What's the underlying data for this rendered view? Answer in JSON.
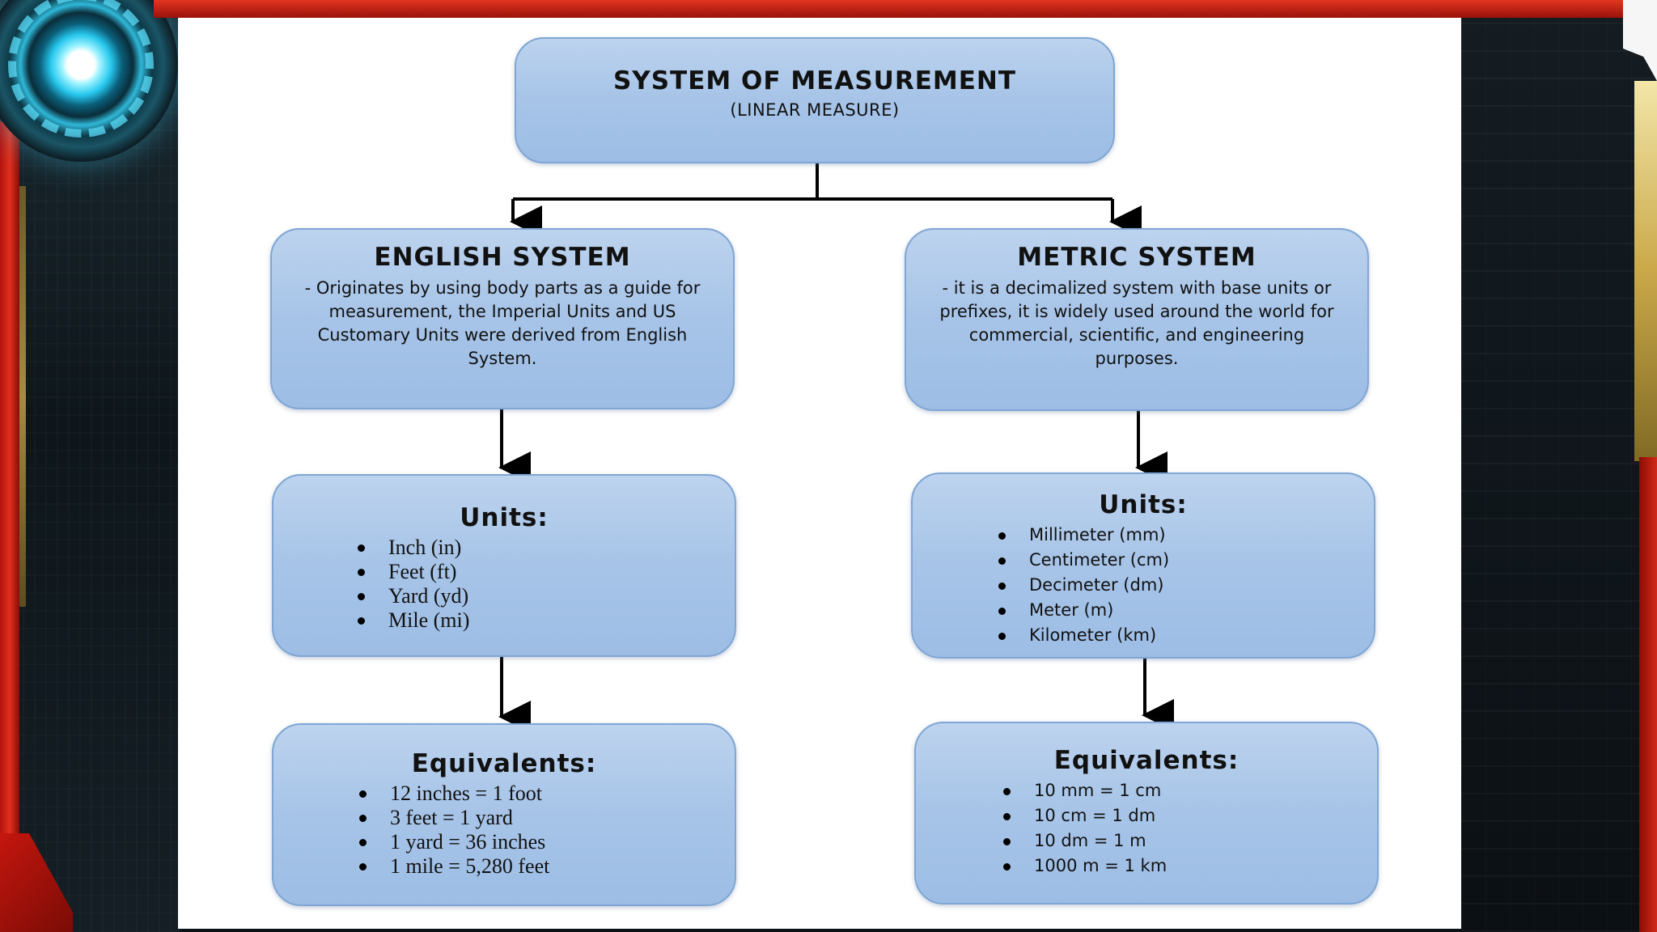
{
  "diagram": {
    "root": {
      "title": "SYSTEM OF MEASUREMENT",
      "subtitle": "(LINEAR MEASURE)"
    },
    "english": {
      "title": "ENGLISH SYSTEM",
      "description": "- Originates by using body parts as a guide for measurement, the Imperial Units and US Customary Units were derived from English System.",
      "units_title": "Units:",
      "units": [
        "Inch (in)",
        "Feet (ft)",
        "Yard (yd)",
        "Mile (mi)"
      ],
      "equivalents_title": "Equivalents:",
      "equivalents": [
        "12 inches = 1 foot",
        "3 feet = 1 yard",
        "1 yard = 36 inches",
        "1 mile = 5,280 feet"
      ]
    },
    "metric": {
      "title": "METRIC SYSTEM",
      "description": "- it is a decimalized system with base units or prefixes, it is widely used around the world for commercial, scientific, and engineering purposes.",
      "units_title": "Units:",
      "units": [
        "Millimeter (mm)",
        "Centimeter (cm)",
        "Decimeter (dm)",
        "Meter (m)",
        "Kilometer (km)"
      ],
      "equivalents_title": "Equivalents:",
      "equivalents": [
        "10 mm = 1 cm",
        "10 cm = 1 dm",
        "10 dm = 1 m",
        "1000 m = 1 km"
      ]
    }
  },
  "colors": {
    "box_fill": "#a8c5e8",
    "box_border": "#7fa6d4",
    "frame_red": "#c4160e",
    "arc_blue": "#27c8ee"
  }
}
